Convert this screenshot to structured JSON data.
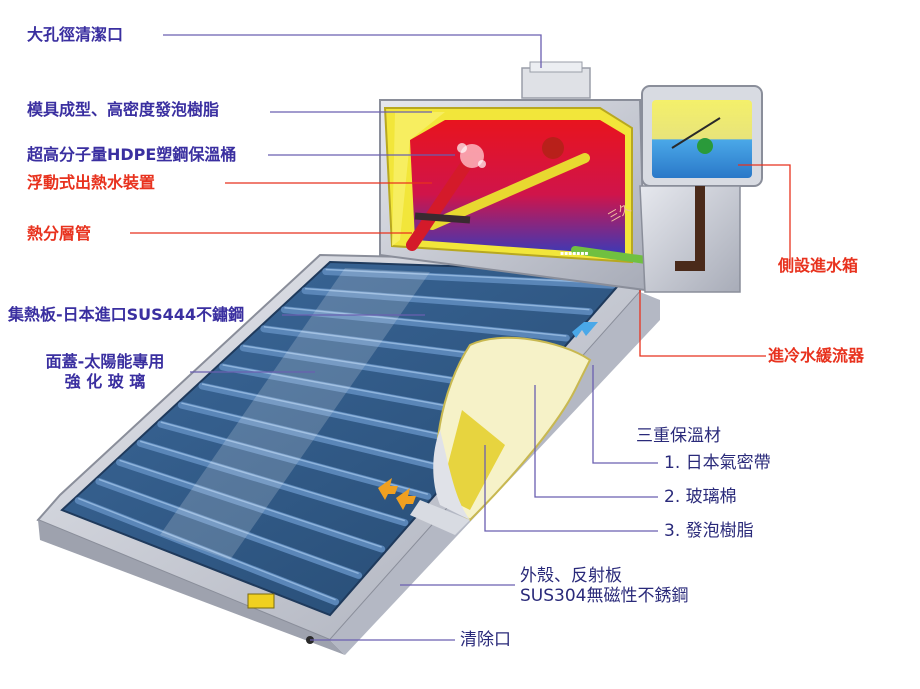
{
  "labels": {
    "large_cleanout": "大孔徑清潔口",
    "molded_foam": "模具成型、高密度發泡樹脂",
    "hdpe_tank": "超高分子量HDPE塑鋼保溫桶",
    "floating_outlet": "浮動式出熱水裝置",
    "stratification_pipe": "熱分層管",
    "collector_plate": "集熱板-日本進口SUS444不鏽鋼",
    "cover_glass_line1": "面蓋-太陽能專用",
    "cover_glass_line2": "強 化 玻 璃",
    "side_inlet_tank": "側設進水箱",
    "cold_inlet_buffer": "進冷水緩流器",
    "insulation_title": "三重保溫材",
    "insulation_1": "1. 日本氣密帶",
    "insulation_2": "2. 玻璃棉",
    "insulation_3": "3. 發泡樹脂",
    "shell_line1": "外殼、反射板",
    "shell_line2": "SUS304無磁性不銹鋼",
    "drain_outlet": "清除口",
    "tank_mark": "三久"
  },
  "colors": {
    "purple_label": "#3a2fa0",
    "red_label": "#e8321e",
    "leader_purple": "#6a5fb0",
    "leader_red": "#e8321e",
    "tank_red": "#e8141e",
    "tank_blue": "#3a3ab8",
    "foam_yellow": "#f2e63a",
    "collector_blue": "#2f5b8c",
    "steel": "#c8ccd4"
  }
}
